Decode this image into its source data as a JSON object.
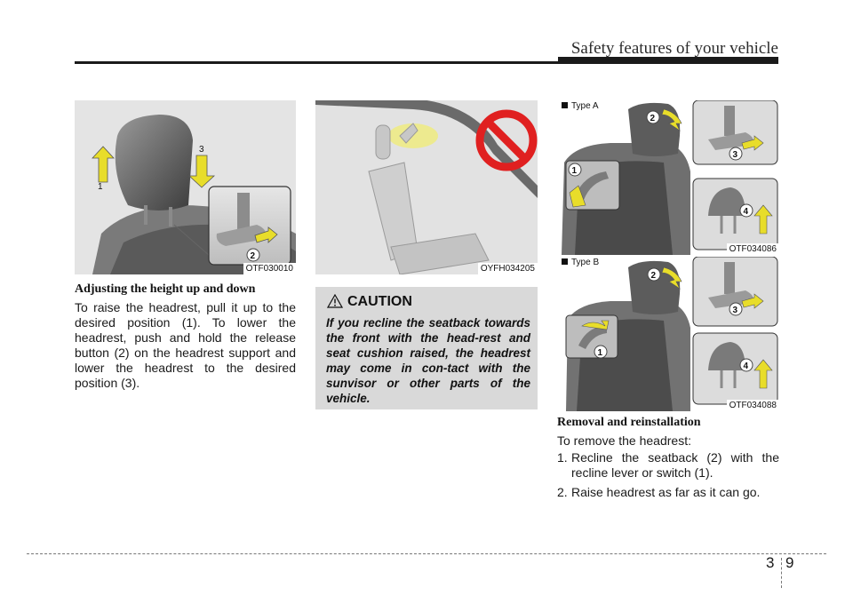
{
  "header": {
    "title": "Safety features of your vehicle"
  },
  "figures": {
    "fig1": {
      "code": "OTF030010",
      "callouts": [
        "1",
        "2",
        "3"
      ]
    },
    "fig2": {
      "code": "OYFH034205"
    },
    "fig3": {
      "code": "OTF034086",
      "type_label": "Type A",
      "callouts": [
        "1",
        "2",
        "3",
        "4"
      ]
    },
    "fig4": {
      "code": "OTF034088",
      "type_label": "Type B",
      "callouts": [
        "1",
        "2",
        "3",
        "4"
      ]
    }
  },
  "left_column": {
    "heading": "Adjusting the height up and down",
    "paragraph": "To raise the headrest, pull it up to the desired position (1). To lower the headrest, push and hold the release button (2) on the headrest support and lower the headrest to the desired position (3)."
  },
  "caution": {
    "title": "CAUTION",
    "body": "If you recline the seatback towards the front with the head-rest and seat cushion raised, the headrest may come in con-tact with the sunvisor or other parts of the vehicle."
  },
  "right_column": {
    "heading": "Removal and reinstallation",
    "intro": "To remove the headrest:",
    "steps": [
      {
        "num": "1.",
        "text": "Recline the seatback (2) with the recline lever or switch (1)."
      },
      {
        "num": "2.",
        "text": "Raise headrest as far as it can go."
      }
    ]
  },
  "footer": {
    "chapter": "3",
    "page": "9"
  },
  "colors": {
    "arrow_yellow": "#e8dd2a",
    "caution_bg": "#d9d9d9",
    "seat_grey": "#6f6f6f"
  }
}
